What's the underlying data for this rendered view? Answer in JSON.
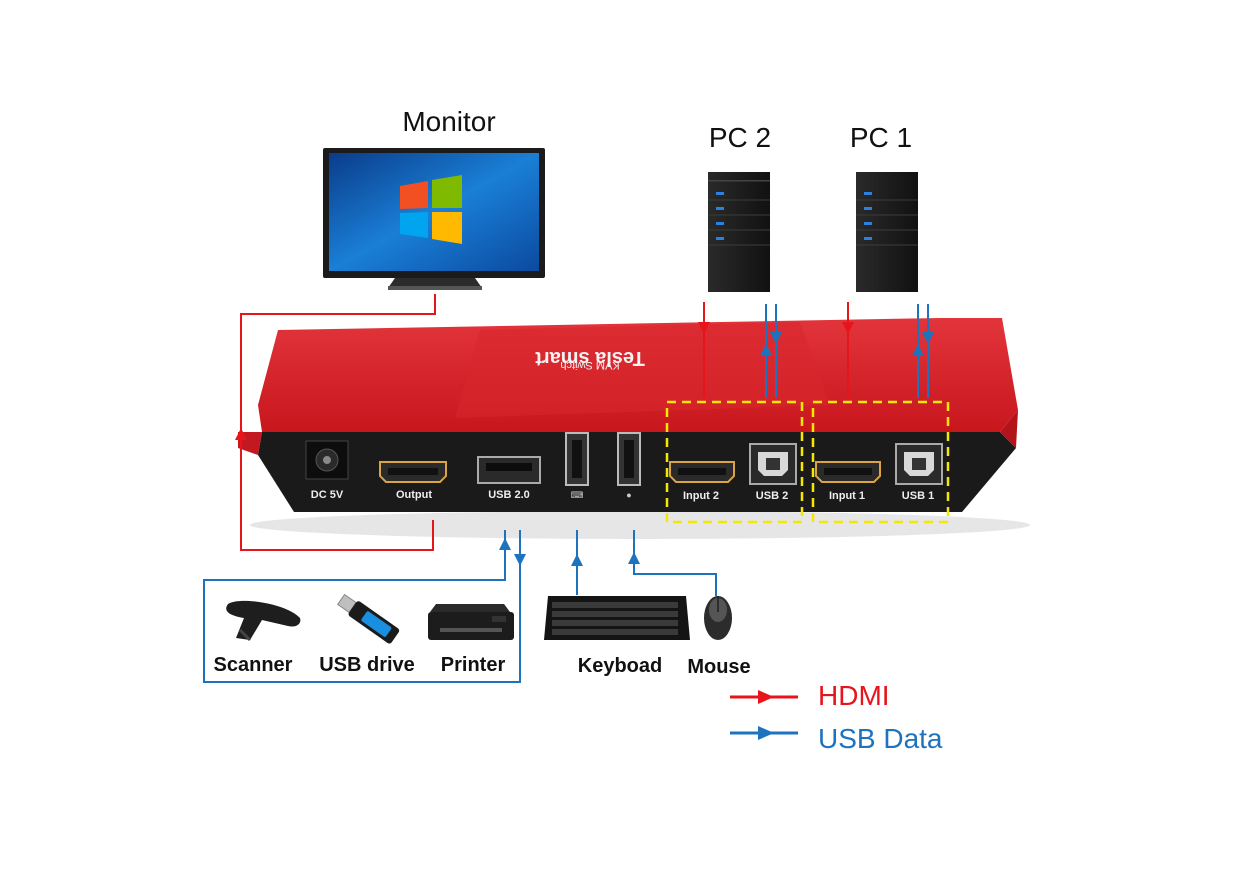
{
  "devices": {
    "monitor": "Monitor",
    "pc2": "PC 2",
    "pc1": "PC 1"
  },
  "switch": {
    "brand": "Tesla smart",
    "model": "KVM Switch",
    "ports": {
      "dc": "DC 5V",
      "output": "Output",
      "usb20": "USB 2.0",
      "input2": "Input 2",
      "usb2": "USB 2",
      "input1": "Input 1",
      "usb1": "USB 1"
    }
  },
  "peripherals": {
    "scanner": "Scanner",
    "usb_drive": "USB drive",
    "printer": "Printer",
    "keyboard": "Keyboad",
    "mouse": "Mouse"
  },
  "legend": {
    "hdmi": "HDMI",
    "usb": "USB Data"
  },
  "colors": {
    "hdmi": "#e8141c",
    "usb": "#1e73be",
    "highlight": "#f5e800",
    "chassis": "#d61f26"
  }
}
